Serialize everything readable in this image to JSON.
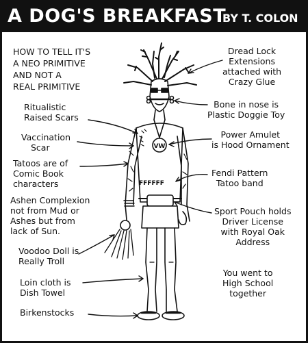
{
  "banner": {
    "title": "A DOG'S BREAKFAST",
    "byline": "BY T. COLON"
  },
  "heading": [
    "HOW TO TELL IT'S",
    "A NEO PRIMITIVE",
    "AND NOT A",
    "REAL PRIMITIVE"
  ],
  "labels": {
    "dreadlocks": [
      "Dread Lock",
      "Extensions",
      "attached with",
      "Crazy Glue"
    ],
    "bone": [
      "Bone in nose is",
      "Plastic Doggie Toy"
    ],
    "scars": [
      "Ritualistic",
      "Raised Scars"
    ],
    "amulet": [
      "Power Amulet",
      "is Hood Ornament"
    ],
    "vaccination": [
      "Vaccination",
      "Scar"
    ],
    "tattoos": [
      "Tatoos are of",
      "Comic Book",
      "characters"
    ],
    "fendi": [
      "Fendi Pattern",
      "Tatoo band"
    ],
    "complexion": [
      "Ashen Complexion",
      "not from Mud or",
      "Ashes but from",
      "lack of Sun."
    ],
    "pouch": [
      "Sport Pouch holds",
      "Driver License",
      "with Royal Oak",
      "Address"
    ],
    "voodoo": [
      "Voodoo Doll is",
      "Really Troll"
    ],
    "highschool": [
      "You went to",
      "High School",
      "together"
    ],
    "loincloth": [
      "Loin cloth is",
      "Dish Towel"
    ],
    "birkenstocks": [
      "Birkenstocks"
    ]
  },
  "art": {
    "amulet_emblem": "VW",
    "tattoo_band": "FFFFFF"
  },
  "colors": {
    "ink": "#111111",
    "paper": "#ffffff"
  }
}
